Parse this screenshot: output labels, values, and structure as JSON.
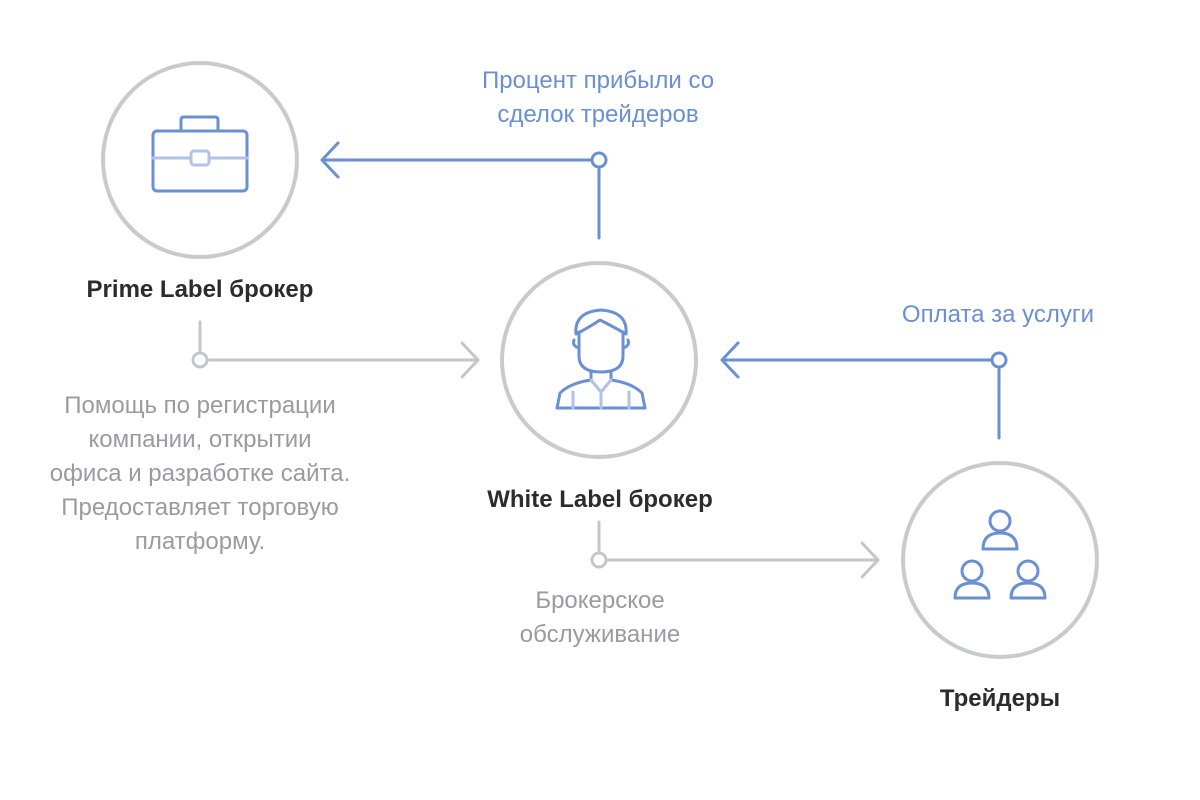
{
  "nodes": {
    "prime": {
      "label": "Prime Label брокер",
      "icon": "briefcase-icon"
    },
    "white": {
      "label": "White Label брокер",
      "icon": "person-icon"
    },
    "traders": {
      "label": "Трейдеры",
      "icon": "people-group-icon"
    }
  },
  "flows": {
    "profit_share": [
      "Процент прибыли со",
      "сделок трейдеров"
    ],
    "service_payment": "Оплата за услуги",
    "prime_help": [
      "Помощь по регистрации",
      "компании, открытии",
      "офиса и разработке сайта.",
      "Предоставляет торговую",
      "платформу."
    ],
    "brokerage": [
      "Брокерское",
      "обслуживание"
    ]
  },
  "colors": {
    "accent_blue": "#6a8fd3",
    "icon_blue_light": "#aec2ea",
    "circle_gray": "#c9c9d0",
    "line_gray": "#c5c5cc",
    "text_gray": "#9a9aa3",
    "label_dark": "#2b2b30"
  }
}
